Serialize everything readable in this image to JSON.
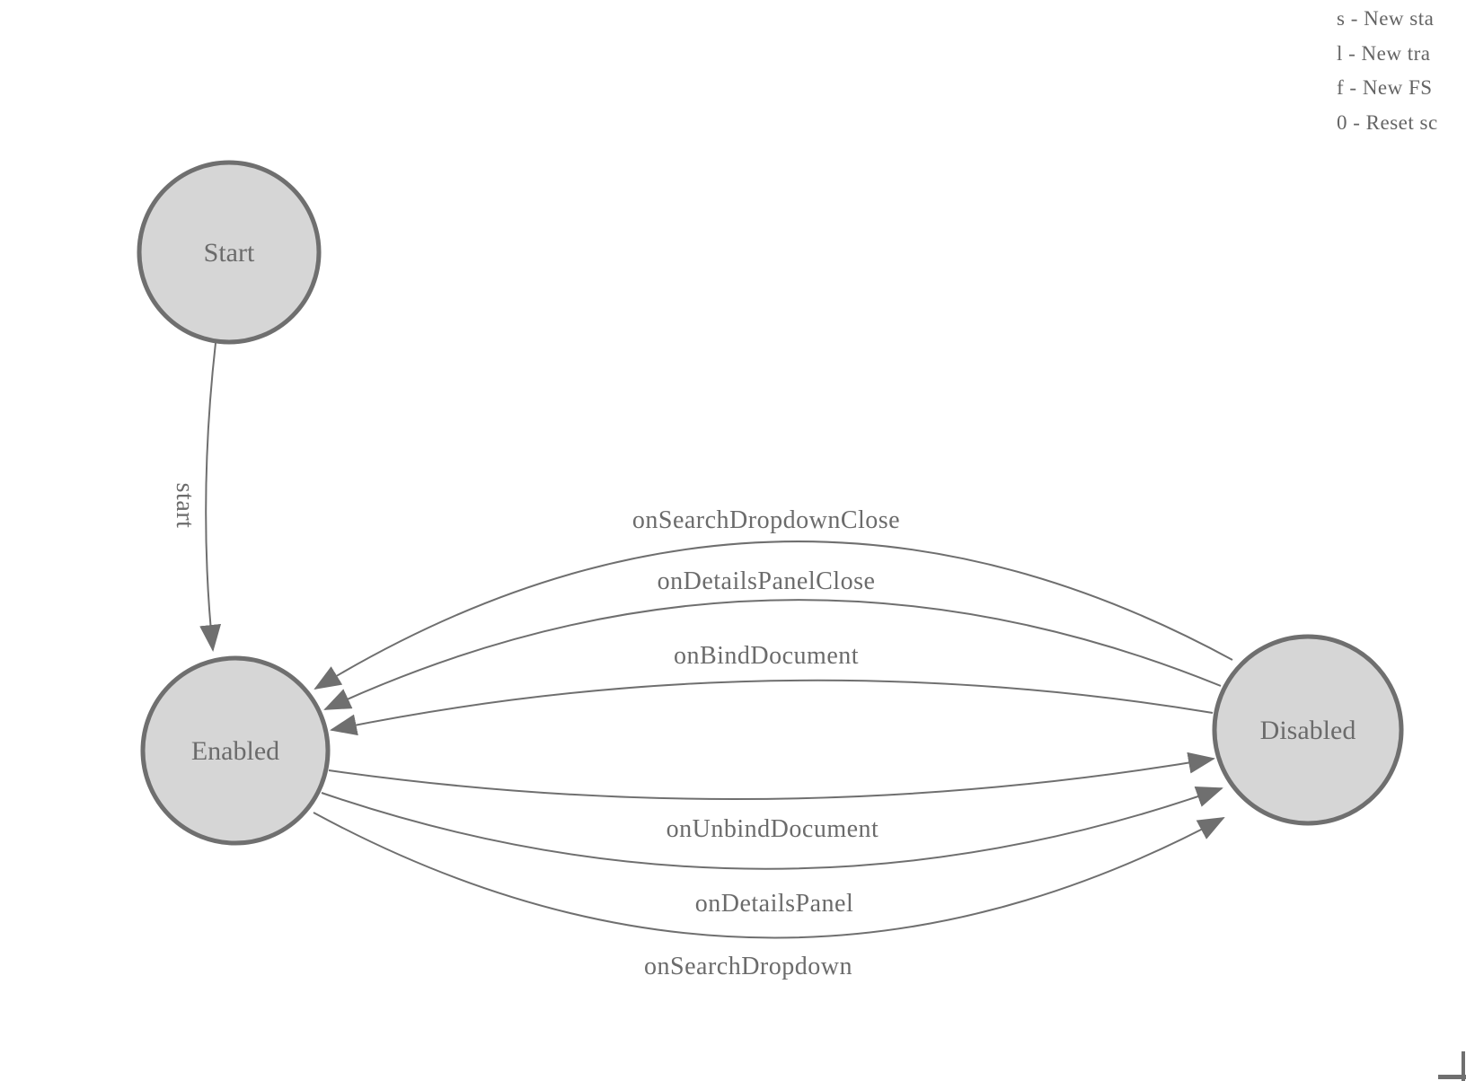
{
  "diagram": {
    "type": "finite-state-machine",
    "states": [
      {
        "id": "start",
        "label": "Start"
      },
      {
        "id": "enabled",
        "label": "Enabled"
      },
      {
        "id": "disabled",
        "label": "Disabled"
      }
    ],
    "transitions": [
      {
        "label": "start",
        "from": "Start",
        "to": "Enabled"
      },
      {
        "label": "onSearchDropdownClose",
        "from": "Disabled",
        "to": "Enabled"
      },
      {
        "label": "onDetailsPanelClose",
        "from": "Disabled",
        "to": "Enabled"
      },
      {
        "label": "onBindDocument",
        "from": "Disabled",
        "to": "Enabled"
      },
      {
        "label": "onUnbindDocument",
        "from": "Enabled",
        "to": "Disabled"
      },
      {
        "label": "onDetailsPanel",
        "from": "Enabled",
        "to": "Disabled"
      },
      {
        "label": "onSearchDropdown",
        "from": "Enabled",
        "to": "Disabled"
      }
    ]
  },
  "legend": {
    "lines": [
      "s - New sta",
      "l - New tra",
      "f - New FS",
      "0 - Reset sc"
    ]
  },
  "colors": {
    "background": "#ffffff",
    "state_fill": "#d6d6d6",
    "state_stroke": "#6f6f6f",
    "edge_stroke": "#6f6f6f",
    "label_text": "#6b6b6b",
    "legend_text": "#646464"
  }
}
